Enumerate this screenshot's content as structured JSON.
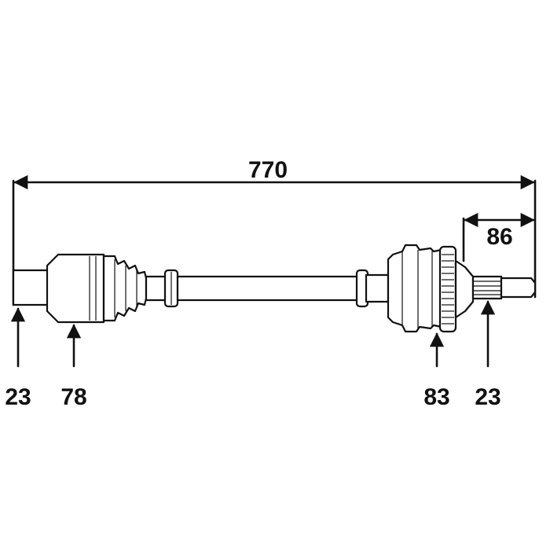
{
  "dimensions": {
    "total_length": "770",
    "spline_length": "86",
    "left_shaft_diameter": "23",
    "inner_joint_diameter": "78",
    "abs_ring_diameter": "83",
    "right_shaft_diameter": "23"
  },
  "colors": {
    "line": "#111111",
    "background": "#ffffff"
  }
}
